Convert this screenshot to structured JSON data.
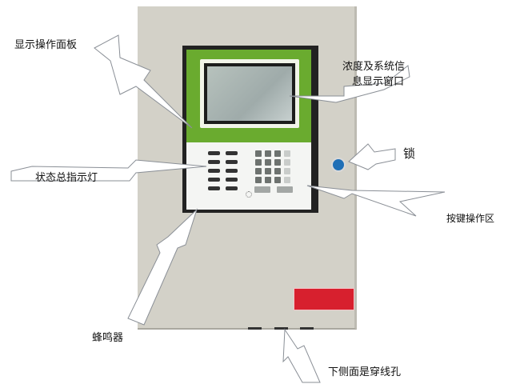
{
  "labels": {
    "display_panel": "显示操作面板",
    "info_window_line1": "浓度及系统信",
    "info_window_line2": "息显示窗口",
    "lock": "锁",
    "status_lights": "状态总指示灯",
    "keypad": "按键操作区",
    "buzzer": "蜂鸣器",
    "cable_holes": "下侧面是穿线孔"
  },
  "colors": {
    "panel_green": "#6aab2f",
    "cabinet": "#d3d1c8",
    "nameplate_red": "#d7202e",
    "lock_blue": "#1f6fb6"
  }
}
